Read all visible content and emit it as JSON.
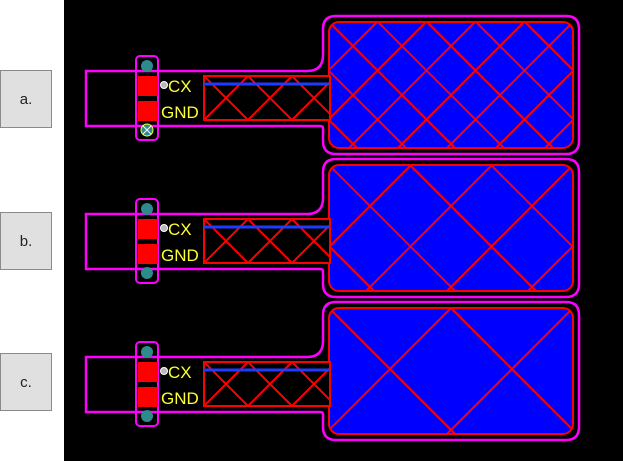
{
  "labels": [
    "a.",
    "b.",
    "c."
  ],
  "silkscreen": {
    "signal_net": "CX",
    "ground_net": "GND"
  },
  "colors": {
    "board": "#000000",
    "copper_fill": "#0000ff",
    "hatch": "#ff0000",
    "outline": "#ff00ff",
    "pad": "#ff0000",
    "via": "#2e8b8b",
    "silkscreen": "#ffff33",
    "label_box": "#e0e0e0"
  },
  "designs": [
    {
      "name": "a.",
      "hatch_divisions": 5
    },
    {
      "name": "b.",
      "hatch_divisions": 3
    },
    {
      "name": "c.",
      "hatch_divisions": 2
    }
  ]
}
